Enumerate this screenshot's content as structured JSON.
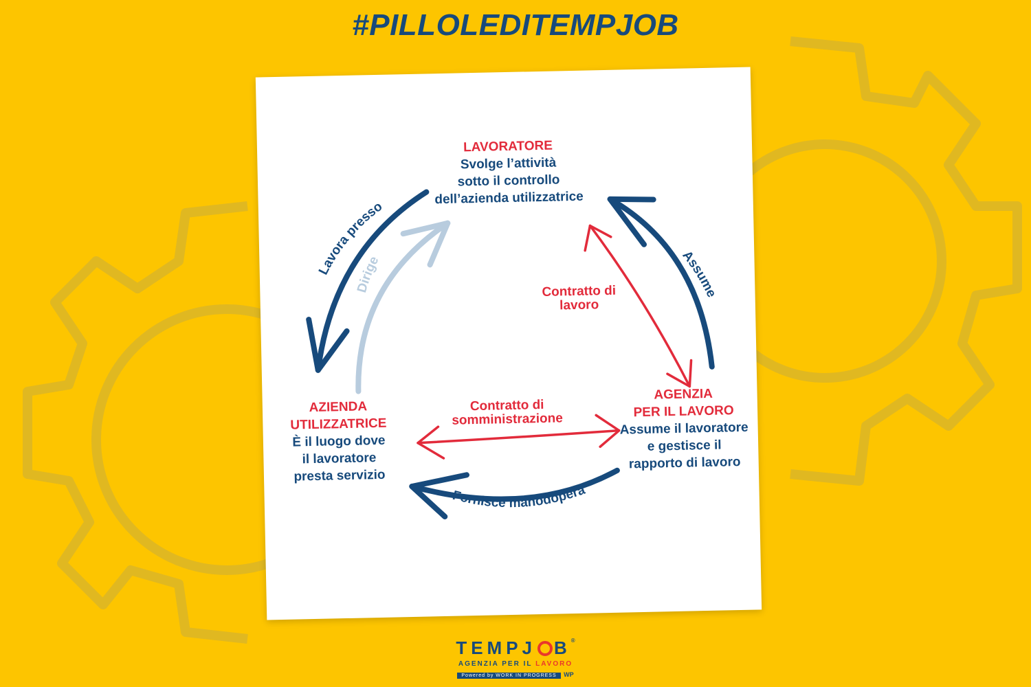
{
  "header": {
    "hashtag": "#PILLOLEDITEMPJOB"
  },
  "nodes": {
    "worker": {
      "title": "LAVORATORE",
      "desc_lines": [
        "Svolge l’attività",
        "sotto il controllo",
        "dell’azienda utilizzatrice"
      ]
    },
    "user_company": {
      "title_lines": [
        "AZIENDA",
        "UTILIZZATRICE"
      ],
      "desc_lines": [
        "È il luogo dove",
        "il lavoratore",
        "presta servizio"
      ]
    },
    "agency": {
      "title_lines": [
        "AGENZIA",
        "PER IL LAVORO"
      ],
      "desc_lines": [
        "Assume il lavoratore",
        "e gestisce il",
        "rapporto di lavoro"
      ]
    }
  },
  "edges": {
    "lavora_presso": "Lavora presso",
    "dirige": "Dirige",
    "assume": "Assume",
    "contratto_lavoro_lines": [
      "Contratto di",
      "lavoro"
    ],
    "contratto_somm_lines": [
      "Contratto di",
      "somministrazione"
    ],
    "fornisce": "Fornisce manodopera"
  },
  "colors": {
    "background": "#FDC500",
    "navy": "#174A7C",
    "red": "#E22B3B",
    "light_blue": "#B8CCDE",
    "white": "#FFFFFF"
  },
  "logo": {
    "word_left": "TEMPJ",
    "word_right": "B",
    "registered": "®",
    "tagline_left": "AGENZIA PER IL ",
    "tagline_right": "LAVORO",
    "powered": "Powered by WORK IN PROGRESS",
    "mark": "WP"
  }
}
